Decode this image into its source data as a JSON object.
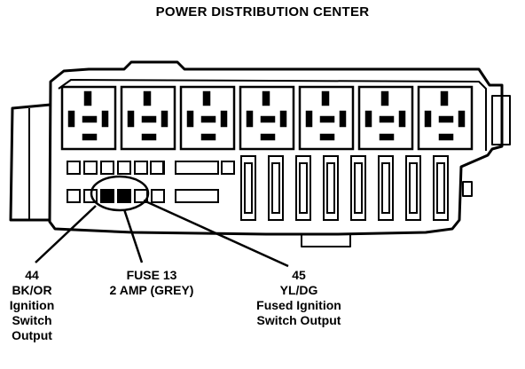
{
  "title": "POWER DISTRIBUTION CENTER",
  "callouts": {
    "left": [
      "44",
      "BK/OR",
      "Ignition",
      "Switch",
      "Output"
    ],
    "center": [
      "FUSE 13",
      "2 AMP (GREY)"
    ],
    "right": [
      "45",
      "YL/DG",
      "Fused Ignition",
      "Switch Output"
    ]
  },
  "colors": {
    "ink": "#000000",
    "paper": "#ffffff"
  }
}
